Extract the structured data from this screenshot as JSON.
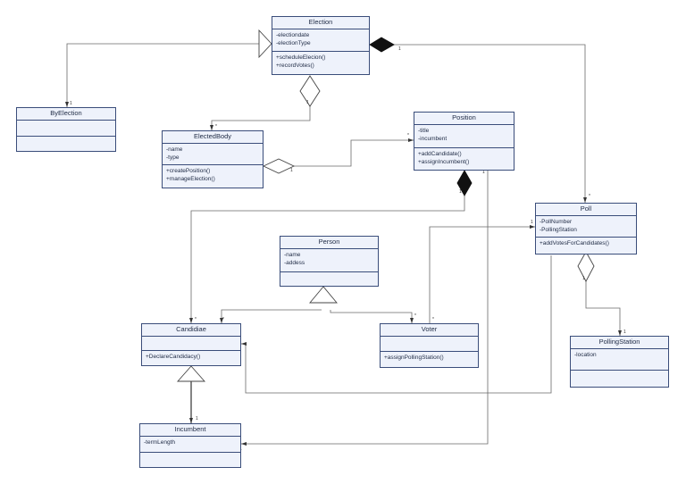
{
  "classes": {
    "election": {
      "name": "Election",
      "attributes": [
        "-electiondate",
        "-electionType"
      ],
      "operations": [
        "+scheduleElecion()",
        "+recordVotes()"
      ]
    },
    "byelection": {
      "name": "ByElection",
      "attributes": [],
      "operations": []
    },
    "electedbody": {
      "name": "ElectedBody",
      "attributes": [
        "-name",
        "-type"
      ],
      "operations": [
        "+createPosition()",
        "+manageElection()"
      ]
    },
    "position": {
      "name": "Position",
      "attributes": [
        "-title",
        "-incumbent"
      ],
      "operations": [
        "+addCandidate()",
        "+assignIncumbent()"
      ]
    },
    "poll": {
      "name": "Poll",
      "attributes": [
        "-PollNumber",
        "-PollingStation"
      ],
      "operations": [
        "+addVotesForCandidates()"
      ]
    },
    "person": {
      "name": "Person",
      "attributes": [
        "-name",
        "-addess"
      ],
      "operations": []
    },
    "candidate": {
      "name": "Candidiae",
      "attributes": [],
      "operations": [
        "+DeclareCandidacy()"
      ]
    },
    "voter": {
      "name": "Voter",
      "attributes": [],
      "operations": [
        "+assignPollingStation()"
      ]
    },
    "pollingstation": {
      "name": "PollingStation",
      "attributes": [
        "-location"
      ],
      "operations": []
    },
    "incumbent": {
      "name": "Incumbent",
      "attributes": [
        "-termLength"
      ],
      "operations": []
    }
  },
  "multiplicities": {
    "m1": "1",
    "m2": "*",
    "m3": "1",
    "m4": "*",
    "m5": "1",
    "m6": "*",
    "m7": "1",
    "m8": "1",
    "m9": "*",
    "m10": "1",
    "m11": "*",
    "m12": "1",
    "m13": "*",
    "m14": "*",
    "m15": "1",
    "m16": "*",
    "m17": "1",
    "m18": "1",
    "m19": "*",
    "m20": "1"
  },
  "colors": {
    "box_fill": "#eef2fb",
    "box_border": "#3a4d7a",
    "line": "#555555",
    "text": "#1e2a44"
  }
}
